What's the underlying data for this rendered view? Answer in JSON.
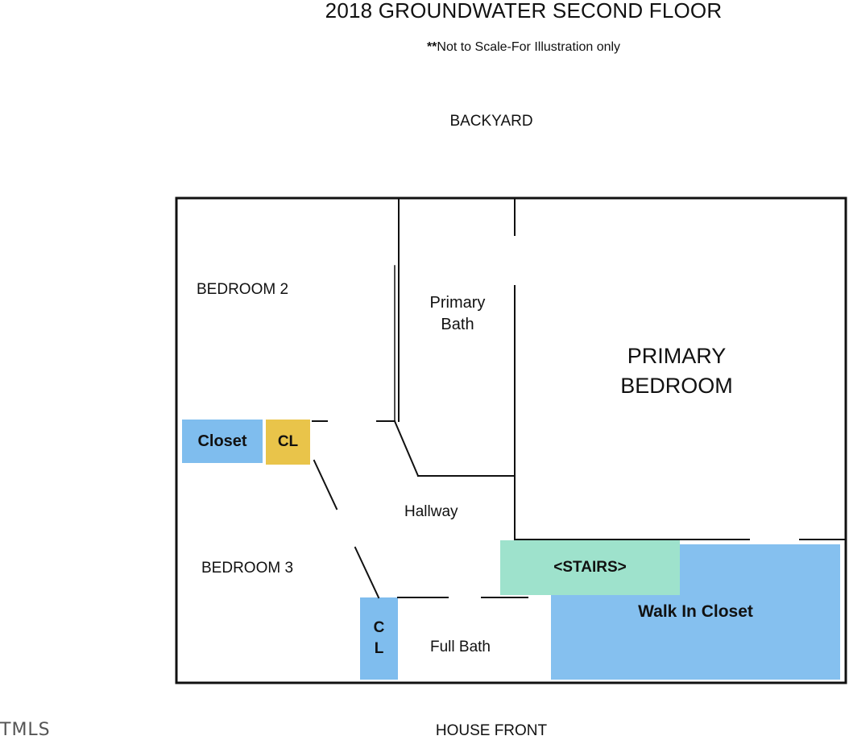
{
  "title": "2018 GROUNDWATER SECOND FLOOR",
  "note": {
    "stars": "**",
    "text": "Not to Scale-For Illustration only"
  },
  "orientation": {
    "top": "BACKYARD",
    "bottom": "HOUSE FRONT"
  },
  "watermark": "TMLS",
  "rooms": {
    "bedroom2": "BEDROOM 2",
    "bedroom3": "BEDROOM 3",
    "primary_bath_line1": "Primary",
    "primary_bath_line2": "Bath",
    "primary_bedroom_line1": "PRIMARY",
    "primary_bedroom_line2": "BEDROOM",
    "hallway": "Hallway",
    "full_bath": "Full Bath",
    "closet": "Closet",
    "closet_small": "CL",
    "closet_vertical_line1": "C",
    "closet_vertical_line2": "L",
    "stairs": "<STAIRS>",
    "walk_in_closet": "Walk In Closet"
  },
  "colors": {
    "closet_blue": "#7fbdee",
    "closet_yellow": "#e9c44a",
    "stairs_green": "#9ee2cc",
    "walkin_blue": "#85c0ef",
    "wall": "#111111"
  }
}
